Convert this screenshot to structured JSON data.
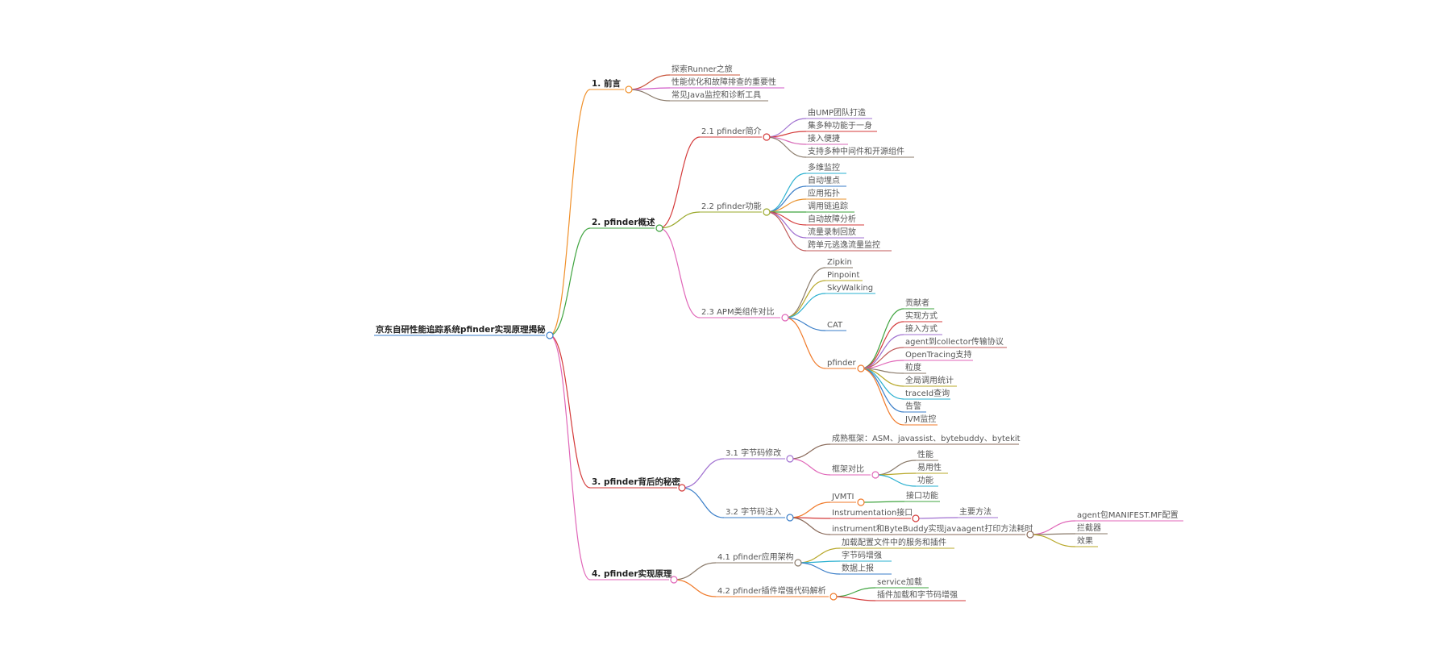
{
  "root": {
    "label": "京东自研性能追踪系统pfinder实现原理揭秘",
    "children": [
      {
        "label": "1. 前言",
        "children": [
          {
            "label": "探索Runner之旅"
          },
          {
            "label": "性能优化和故障排查的重要性"
          },
          {
            "label": "常见Java监控和诊断工具"
          }
        ]
      },
      {
        "label": "2. pfinder概述",
        "children": [
          {
            "label": "2.1 pfinder简介",
            "children": [
              {
                "label": "由UMP团队打造"
              },
              {
                "label": "集多种功能于一身"
              },
              {
                "label": "接入便捷"
              },
              {
                "label": "支持多种中间件和开源组件"
              }
            ]
          },
          {
            "label": "2.2 pfinder功能",
            "children": [
              {
                "label": "多维监控"
              },
              {
                "label": "自动埋点"
              },
              {
                "label": "应用拓扑"
              },
              {
                "label": "调用链追踪"
              },
              {
                "label": "自动故障分析"
              },
              {
                "label": "流量录制回放"
              },
              {
                "label": "跨单元逃逸流量监控"
              }
            ]
          },
          {
            "label": "2.3 APM类组件对比",
            "children": [
              {
                "label": "Zipkin"
              },
              {
                "label": "Pinpoint"
              },
              {
                "label": "SkyWalking"
              },
              {
                "label": "CAT"
              },
              {
                "label": "pfinder",
                "children": [
                  {
                    "label": "贡献者"
                  },
                  {
                    "label": "实现方式"
                  },
                  {
                    "label": "接入方式"
                  },
                  {
                    "label": "agent到collector传输协议"
                  },
                  {
                    "label": "OpenTracing支持"
                  },
                  {
                    "label": "粒度"
                  },
                  {
                    "label": "全局调用统计"
                  },
                  {
                    "label": "traceId查询"
                  },
                  {
                    "label": "告警"
                  },
                  {
                    "label": "JVM监控"
                  }
                ]
              }
            ]
          }
        ]
      },
      {
        "label": "3. pfinder背后的秘密",
        "children": [
          {
            "label": "3.1 字节码修改",
            "children": [
              {
                "label": "成熟框架：ASM、javassist、bytebuddy、bytekit"
              },
              {
                "label": "框架对比",
                "children": [
                  {
                    "label": "性能"
                  },
                  {
                    "label": "易用性"
                  },
                  {
                    "label": "功能"
                  }
                ]
              }
            ]
          },
          {
            "label": "3.2 字节码注入",
            "children": [
              {
                "label": "JVMTI",
                "children": [
                  {
                    "label": "接口功能"
                  }
                ]
              },
              {
                "label": "Instrumentation接口",
                "children": [
                  {
                    "label": "主要方法"
                  }
                ]
              },
              {
                "label": "instrument和ByteBuddy实现javaagent打印方法耗时",
                "children": [
                  {
                    "label": "agent包MANIFEST.MF配置"
                  },
                  {
                    "label": "拦截器"
                  },
                  {
                    "label": "效果"
                  }
                ]
              }
            ]
          }
        ]
      },
      {
        "label": "4. pfinder实现原理",
        "children": [
          {
            "label": "4.1 pfinder应用架构",
            "children": [
              {
                "label": "加载配置文件中的服务和插件"
              },
              {
                "label": "字节码增强"
              },
              {
                "label": "数据上报"
              }
            ]
          },
          {
            "label": "4.2 pfinder插件增强代码解析",
            "children": [
              {
                "label": "service加载"
              },
              {
                "label": "插件加载和字节码增强"
              }
            ]
          }
        ]
      }
    ]
  },
  "colors": [
    "#e8a13a",
    "#d43f3f",
    "#4aa84a",
    "#e066b8",
    "#3ab6d6",
    "#9aa82a",
    "#8a6a5a",
    "#a070d0",
    "#3a7ec8",
    "#f07a2a",
    "#888888",
    "#c05a5a"
  ]
}
